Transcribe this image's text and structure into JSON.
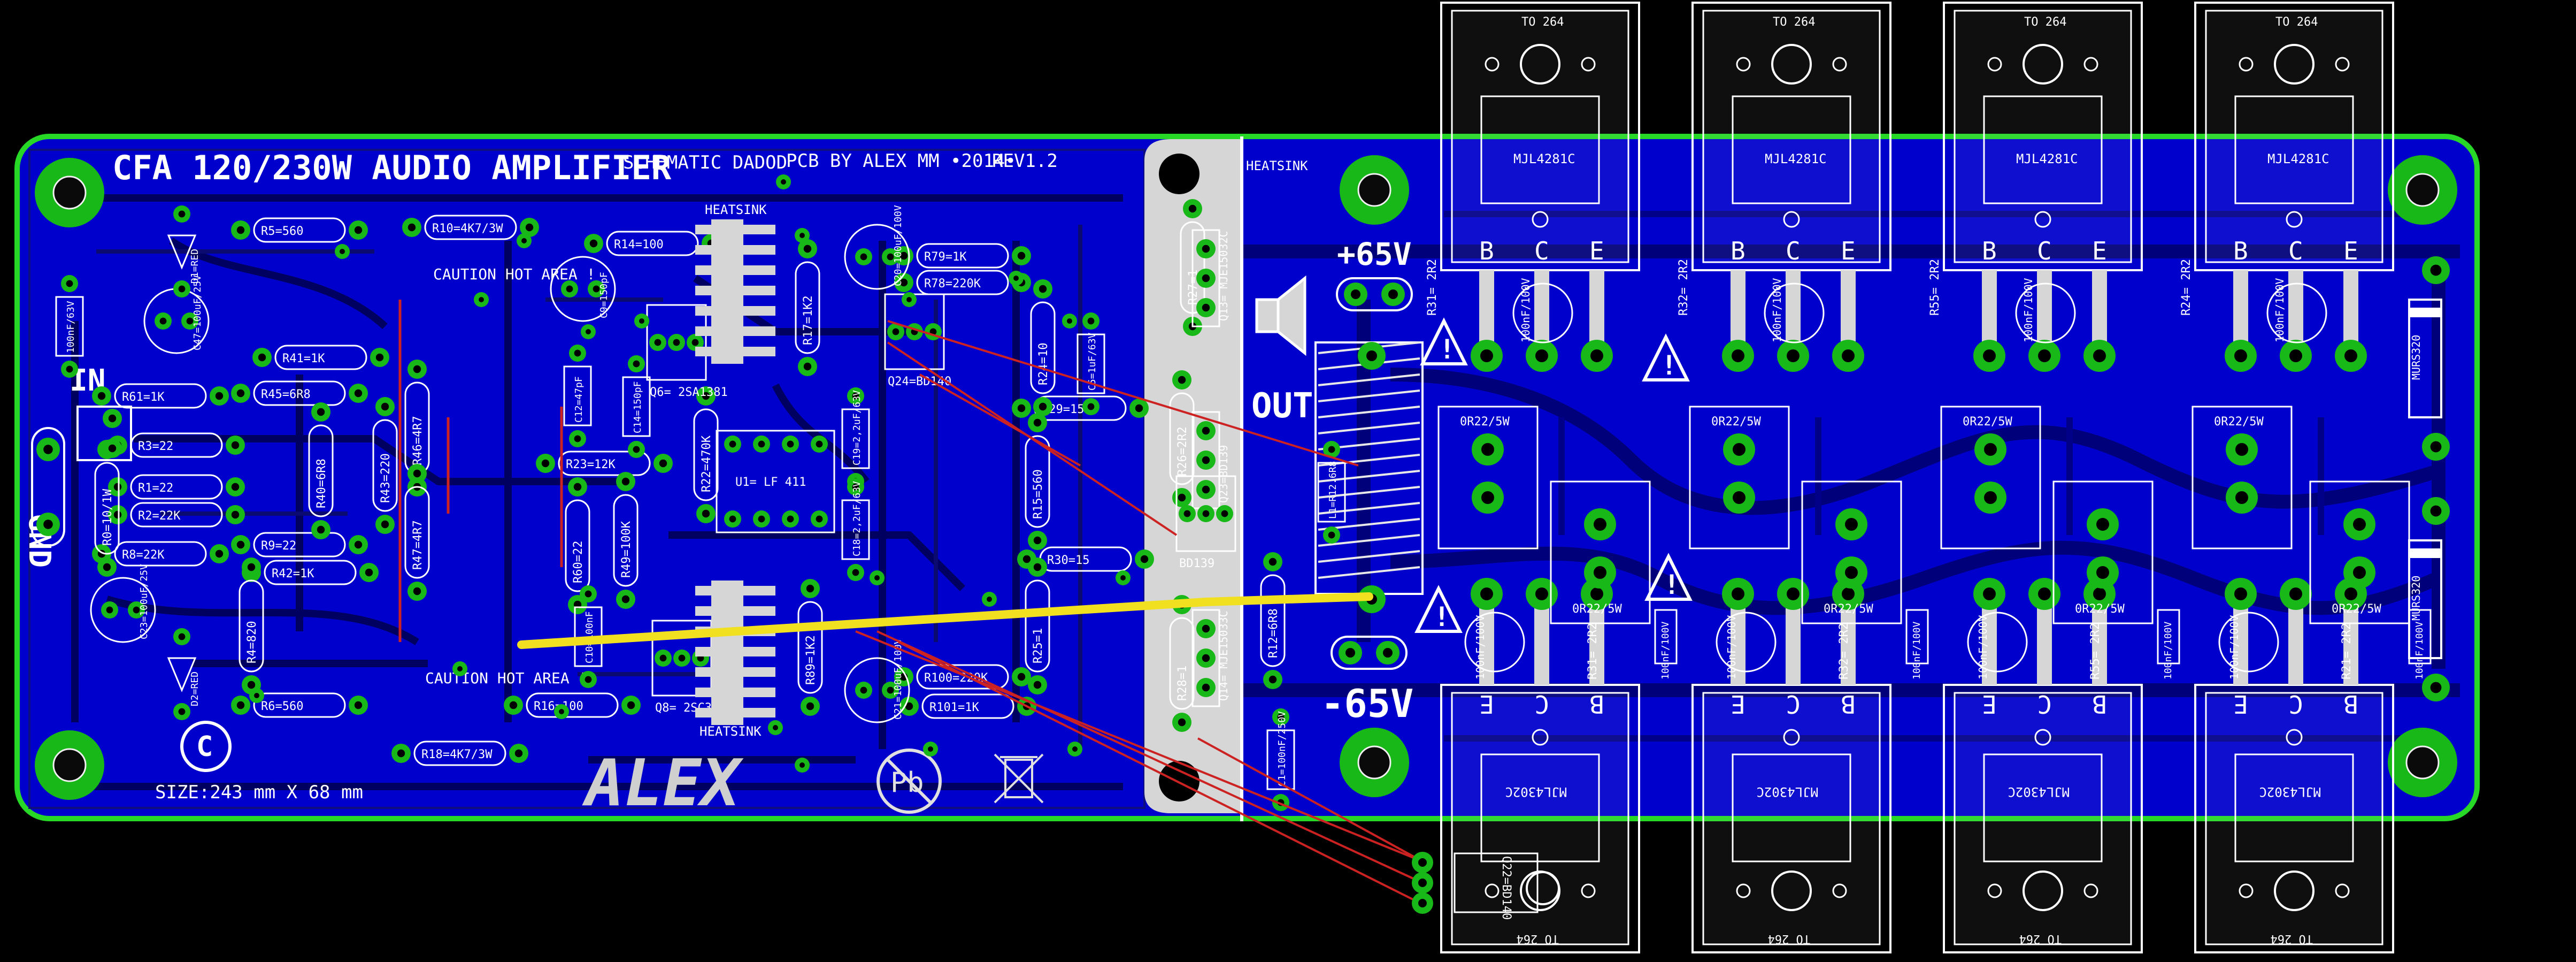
{
  "board": {
    "title": "CFA 120/230W AUDIO AMPLIFIER",
    "schematic_credit": "SCHEMATIC DADOD",
    "pcb_credit": "PCB BY ALEX MM •2014•",
    "revision": "REV1.2",
    "size": "SIZE:243 mm X 68 mm",
    "logo": "ALEX",
    "copyright_symbol": "C",
    "lead_free_mark": "Pb",
    "colors": {
      "outline": "#27d827",
      "copper": "#0000cc",
      "pad": "#19b819",
      "silk": "#e8e8e8",
      "background": "#000000",
      "jumper_yellow": "#f0e020",
      "ratsnest_red": "#cc2222"
    }
  },
  "labels": {
    "input": "IN",
    "ground": "GND",
    "output": "OUT",
    "vplus": "+65V",
    "vminus": "-65V",
    "heatsink": "HEATSINK",
    "caution": "CAUTION HOT AREA !"
  },
  "upper_transistors": [
    {
      "package": "TO 264",
      "part": "MJL4281C",
      "pins": [
        "B",
        "C",
        "E"
      ]
    },
    {
      "package": "TO 264",
      "part": "MJL4281C",
      "pins": [
        "B",
        "C",
        "E"
      ]
    },
    {
      "package": "TO 264",
      "part": "MJL4281C",
      "pins": [
        "B",
        "C",
        "E"
      ]
    },
    {
      "package": "TO 264",
      "part": "MJL4281C",
      "pins": [
        "B",
        "C",
        "E"
      ]
    }
  ],
  "lower_transistors": [
    {
      "package": "TO 264",
      "part": "MJL4302C",
      "pins": [
        "E",
        "C",
        "B"
      ]
    },
    {
      "package": "TO 264",
      "part": "MJL4302C",
      "pins": [
        "E",
        "C",
        "B"
      ]
    },
    {
      "package": "TO 264",
      "part": "MJL4302C",
      "pins": [
        "E",
        "C",
        "B"
      ]
    },
    {
      "package": "TO 264",
      "part": "MJL4302C",
      "pins": [
        "E",
        "C",
        "B"
      ]
    }
  ],
  "emitter_resistors": [
    "0R22/5W",
    "0R22/5W",
    "0R22/5W",
    "0R22/5W",
    "0R22/5W",
    "0R22/5W",
    "0R22/5W",
    "0R22/5W"
  ],
  "diodes": [
    "MURS320",
    "MURS320"
  ],
  "base_resistors_top": [
    "R31= 2R2",
    "R32= 2R2",
    "R55= 2R2",
    "R24= 2R2"
  ],
  "base_resistors_bottom": [
    "R31= 2R2",
    "R32= 2R2",
    "R55= 2R2",
    "R21= 2R2"
  ],
  "decoupling_caps": [
    "100nF/100V"
  ],
  "small_components": [
    {
      "ref": "R5=560"
    },
    {
      "ref": "R10=4K7/3W"
    },
    {
      "ref": "R14=100"
    },
    {
      "ref": "R41=1K"
    },
    {
      "ref": "R45=6R8"
    },
    {
      "ref": "R61=1K"
    },
    {
      "ref": "R3=22"
    },
    {
      "ref": "R1=22"
    },
    {
      "ref": "R2=22K"
    },
    {
      "ref": "R9=22"
    },
    {
      "ref": "R8=22K"
    },
    {
      "ref": "R42=1K"
    },
    {
      "ref": "R6=560"
    },
    {
      "ref": "R16=100"
    },
    {
      "ref": "R18=4K7/3W"
    },
    {
      "ref": "R23=12K"
    },
    {
      "ref": "R79=1K"
    },
    {
      "ref": "R78=220K"
    },
    {
      "ref": "R29=15"
    },
    {
      "ref": "R30=15"
    },
    {
      "ref": "R100=220K"
    },
    {
      "ref": "R101=1K"
    },
    {
      "ref": "R15=560"
    },
    {
      "ref": "R60=22"
    },
    {
      "ref": "R49=100K"
    },
    {
      "ref": "R12=6R8"
    },
    {
      "ref": "R28=1"
    },
    {
      "ref": "R27=1"
    },
    {
      "ref": "R17=1K2"
    },
    {
      "ref": "R24=10"
    },
    {
      "ref": "R40=6R8"
    },
    {
      "ref": "R43=220"
    },
    {
      "ref": "R46=4R7"
    },
    {
      "ref": "R47=4R7"
    },
    {
      "ref": "R4=820"
    },
    {
      "ref": "R0=10/1W"
    },
    {
      "ref": "R22=470K"
    },
    {
      "ref": "R26=2R2"
    },
    {
      "ref": "R25=1"
    },
    {
      "ref": "R89=1K2"
    }
  ],
  "ics": [
    {
      "ref": "U1= LF 411"
    },
    {
      "ref": "Q6= 2SA1381"
    },
    {
      "ref": "Q8= 2SC3503"
    },
    {
      "ref": "Q13= MJE15032C"
    },
    {
      "ref": "Q14= MJE15033C"
    },
    {
      "ref": "Q23=BD139"
    },
    {
      "ref": "Q24=BD140"
    },
    {
      "ref": "BD139"
    },
    {
      "ref": "Q22=BD140"
    }
  ],
  "caps": [
    {
      "ref": "C9=150pF"
    },
    {
      "ref": "C12=47pF"
    },
    {
      "ref": "C14=150pF"
    },
    {
      "ref": "C19=2,2uF/63V"
    },
    {
      "ref": "C18=2,2uF/63V"
    },
    {
      "ref": "C20=100uF/100V"
    },
    {
      "ref": "C21=100uF/100V"
    },
    {
      "ref": "C5=1uF/63V"
    },
    {
      "ref": "C47=100uF/25V"
    },
    {
      "ref": "C23=100uF/25V"
    },
    {
      "ref": "C10=100nF"
    },
    {
      "ref": "C1=100nF/250V"
    },
    {
      "ref": "L1=R12.6R8"
    },
    {
      "ref": "D1=RED"
    },
    {
      "ref": "D2=RED"
    },
    {
      "ref": "100nF/63V"
    }
  ]
}
